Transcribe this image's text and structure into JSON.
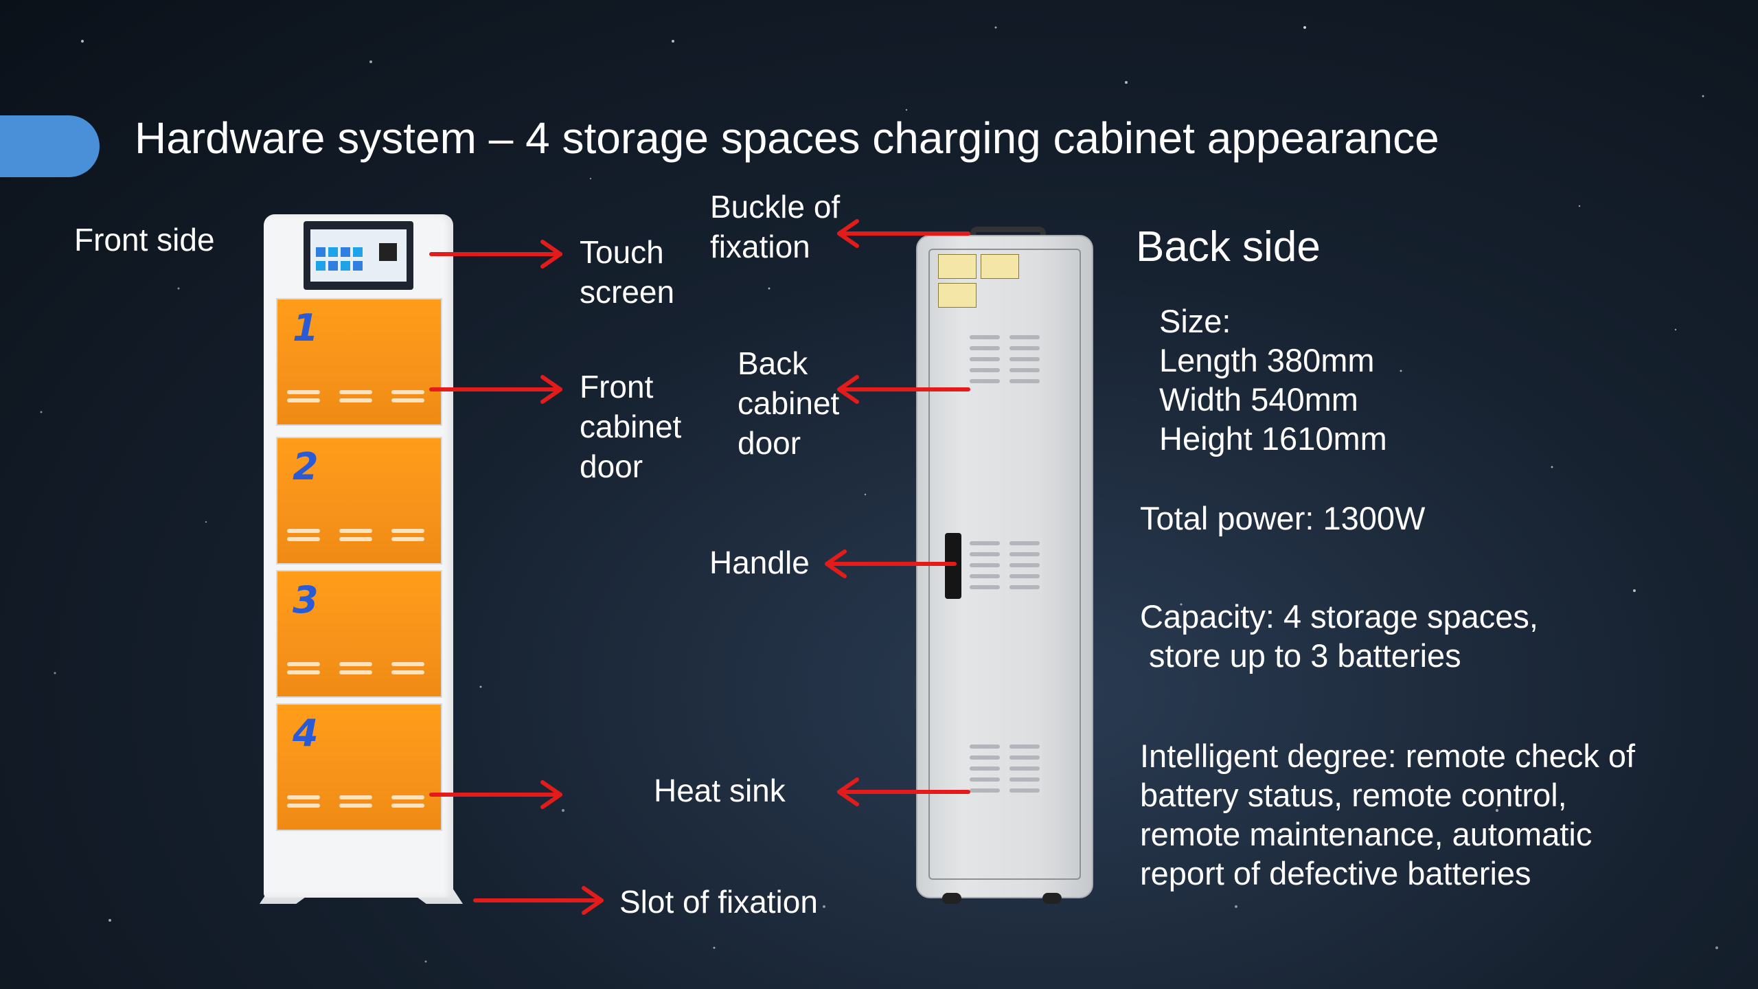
{
  "title": "Hardware system – 4 storage spaces charging cabinet appearance",
  "colors": {
    "accent": "#4a90d9",
    "arrow": "#e31b1b",
    "door_orange": "#f7921a",
    "door_number": "#2a5bd6"
  },
  "front": {
    "heading": "Front side",
    "door_numbers": [
      "1",
      "2",
      "3",
      "4"
    ],
    "callouts": {
      "touch_screen": [
        "Touch",
        "screen"
      ],
      "front_door": [
        "Front",
        "cabinet",
        "door"
      ],
      "slot": "Slot of fixation"
    }
  },
  "back": {
    "heading": "Back side",
    "callouts": {
      "buckle": [
        "Buckle of",
        "fixation"
      ],
      "back_door": [
        "Back",
        "cabinet",
        "door"
      ],
      "handle": "Handle",
      "heat_sink": "Heat sink"
    }
  },
  "specs": {
    "size_label": "Size:",
    "length": "Length 380mm",
    "width": "Width 540mm",
    "height": "Height 1610mm",
    "power": "Total power: 1300W",
    "capacity_line1": "Capacity: 4 storage spaces,",
    "capacity_line2": " store up to 3 batteries",
    "intelligence_line1": "Intelligent degree: remote check of",
    "intelligence_line2": "battery status, remote control,",
    "intelligence_line3": "remote maintenance, automatic",
    "intelligence_line4": "report of defective batteries"
  }
}
